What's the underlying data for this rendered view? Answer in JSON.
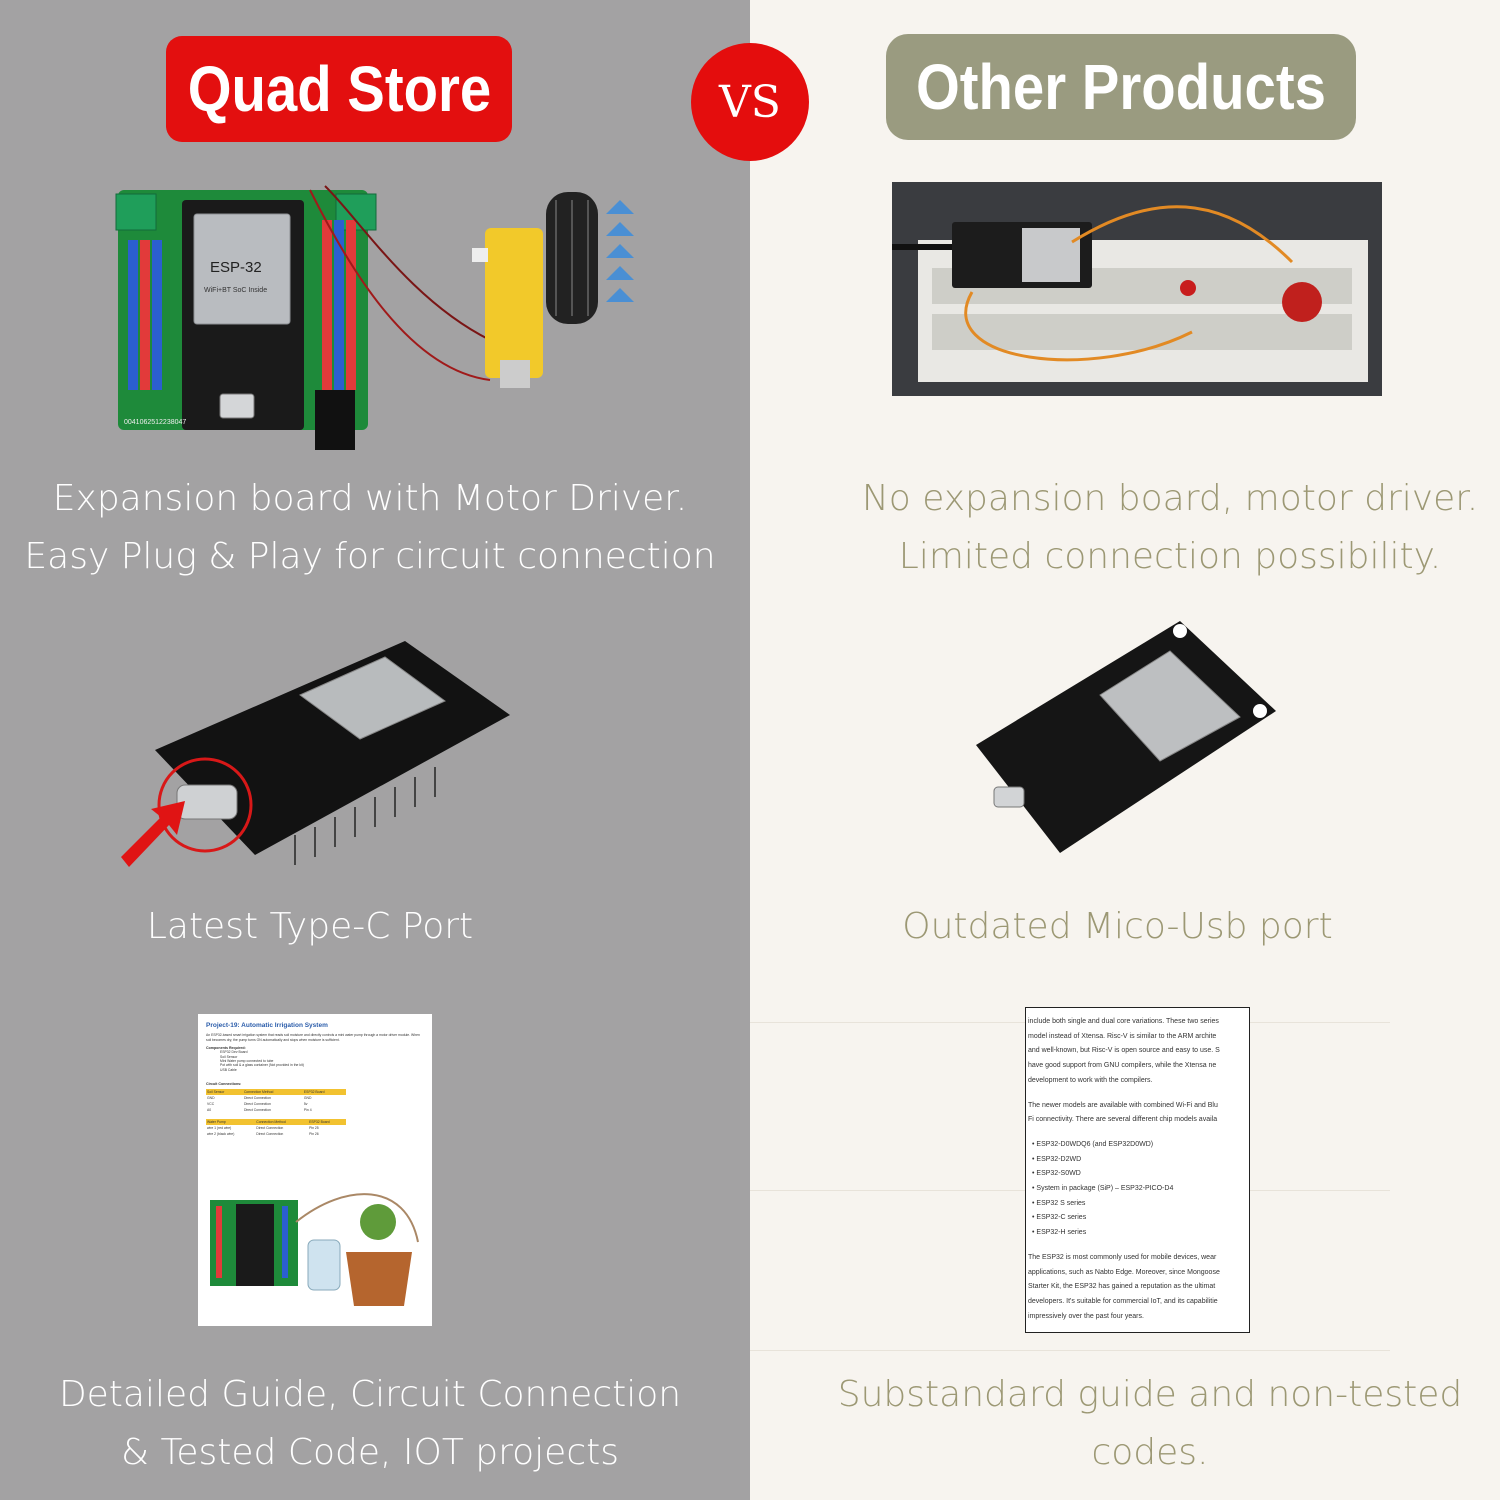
{
  "header": {
    "left_badge": "Quad Store",
    "vs": "VS",
    "right_badge": "Other Products"
  },
  "rows": [
    {
      "left": [
        "Expansion board with Motor Driver.",
        "Easy Plug & Play for circuit connection"
      ],
      "right": [
        "No expansion board, motor driver.",
        "Limited connection possibility."
      ]
    },
    {
      "left": [
        "Latest Type-C Port"
      ],
      "right": [
        "Outdated Mico-Usb port"
      ]
    },
    {
      "left": [
        "Detailed Guide, Circuit Connection",
        "& Tested Code, IOT projects"
      ],
      "right": [
        "Substandard guide and non-tested",
        "codes."
      ]
    }
  ],
  "board_labels": {
    "chip": "ESP-32",
    "chip_sub": "WiFi+BT SoC Inside",
    "serial": "0041062512238047"
  },
  "guide_left": {
    "title": "Project-19: Automatic Irrigation System",
    "intro": "An ESP32-based smart irrigation system that reads soil moisture and directly controls a mini water pump through a motor driver module. When soil becomes dry, the pump turns ON automatically and stops when moisture is sufficient.",
    "components_heading": "Components Required:",
    "components": [
      "ESP32 Dev Board",
      "Soil Sensor",
      "Mini Water pump connected to tube",
      "Pot with soil & a glass container (Not provided in the kit)",
      "USB Cable"
    ],
    "circuit_heading": "Circuit Connections:",
    "table1_head": [
      "Soil Sensor",
      "Connection Method",
      "ESP32 Board"
    ],
    "table1_rows": [
      [
        "GND",
        "Direct Connection",
        "GND"
      ],
      [
        "VCC",
        "Direct Connection",
        "5v"
      ],
      [
        "A0",
        "Direct Connection",
        "Pin 4"
      ]
    ],
    "table2_head": [
      "Water Pump",
      "Connection Method",
      "ESP32 Board"
    ],
    "table2_rows": [
      [
        "wire 1 (red wire)",
        "Direct Connection",
        "Pin 25"
      ],
      [
        "wire 2 (black wire)",
        "Direct Connection",
        "Pin 26"
      ]
    ]
  },
  "guide_right": {
    "lines": [
      "include both single and dual core variations. These two series",
      "model instead of Xtensa. Risc-V is similar to the ARM archite",
      "and well-known, but Risc-V is open source and easy to use. S",
      "have good support from GNU compilers, while the Xtensa ne",
      "development to work with the compilers.",
      "",
      "The newer models are available with combined Wi-Fi and Blu",
      "Fi connectivity. There are several different chip models availa",
      "",
      "• ESP32-D0WDQ6 (and ESP32D0WD)",
      "• ESP32-D2WD",
      "• ESP32-S0WD",
      "• System in package (SiP) – ESP32-PICO-D4",
      "• ESP32 S series",
      "• ESP32-C series",
      "• ESP32-H series",
      "",
      "The ESP32 is most commonly used for mobile devices, wear",
      "applications, such as Nabto Edge. Moreover, since Mongoose",
      "Starter Kit, the ESP32 has gained a reputation as the ultimat",
      "developers. It's suitable for commercial IoT, and its capabilitie",
      "impressively over the past four years."
    ]
  },
  "colors": {
    "left_bg": "#a3a2a3",
    "right_bg": "#f7f4ef",
    "red": "#e30f0f",
    "olive": "#9a9b80",
    "right_text": "#9c9874"
  }
}
